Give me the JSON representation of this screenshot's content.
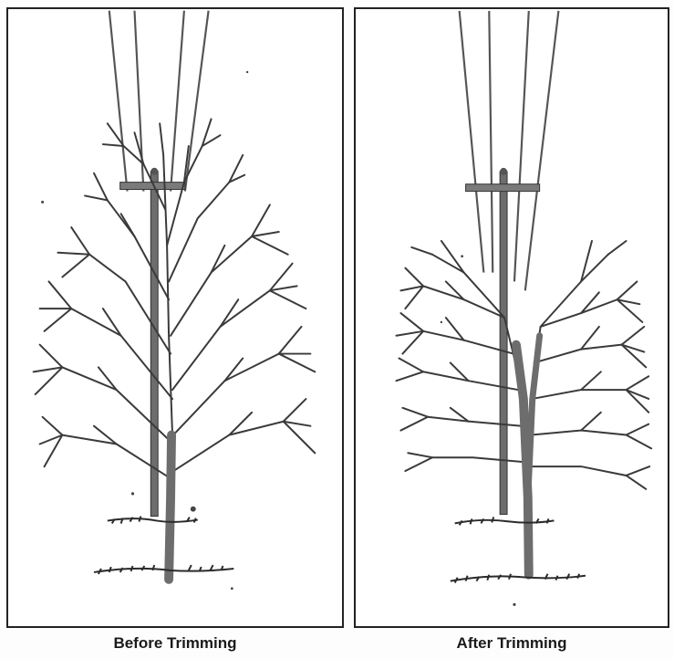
{
  "panels": [
    {
      "id": "before",
      "caption": "Before Trimming"
    },
    {
      "id": "after",
      "caption": "After Trimming"
    }
  ],
  "colors": {
    "ink": "#2b2b2b",
    "trunk": "#6d6d6d",
    "border": "#222222"
  }
}
